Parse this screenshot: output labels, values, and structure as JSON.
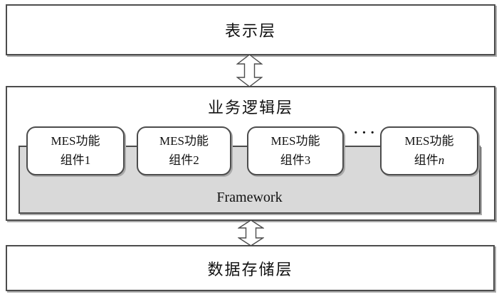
{
  "layers": {
    "presentation": {
      "label": "表示层"
    },
    "business": {
      "label": "业务逻辑层",
      "framework_label": "Framework",
      "ellipsis": "···",
      "components": [
        {
          "line1": "MES功能",
          "line2_prefix": "组件",
          "line2_suffix": "1"
        },
        {
          "line1": "MES功能",
          "line2_prefix": "组件",
          "line2_suffix": "2"
        },
        {
          "line1": "MES功能",
          "line2_prefix": "组件",
          "line2_suffix": "3"
        },
        {
          "line1": "MES功能",
          "line2_prefix": "组件",
          "line2_suffix": "n"
        }
      ]
    },
    "storage": {
      "label": "数据存储层"
    }
  },
  "colors": {
    "border": "#4c4c4c",
    "framework_fill": "#d9d9d9",
    "box_fill": "#ffffff",
    "shadow": "#a9a9a9",
    "text": "#111111"
  }
}
